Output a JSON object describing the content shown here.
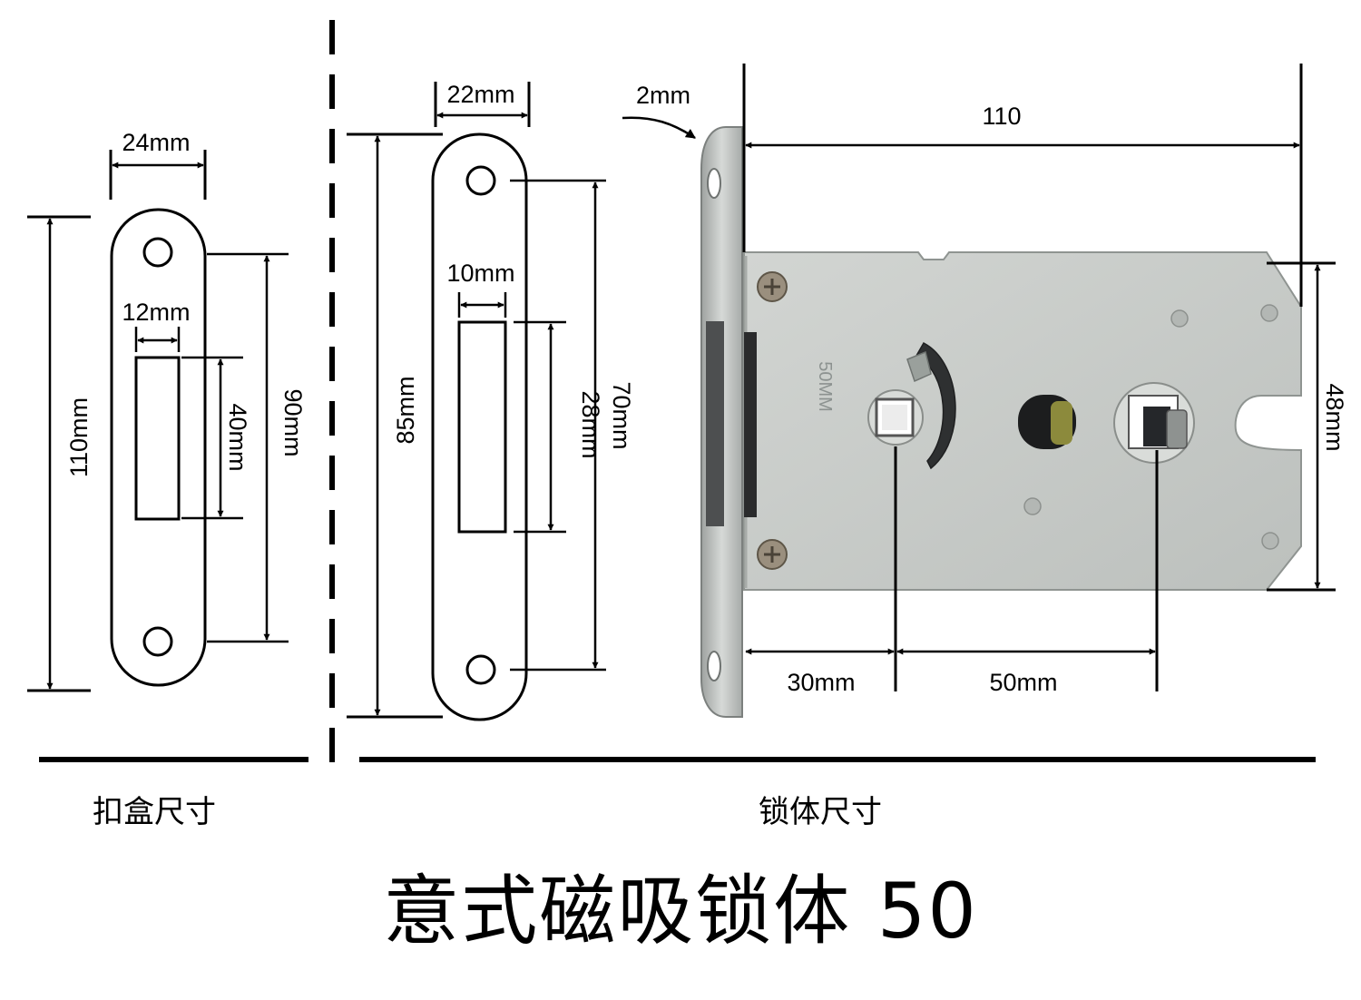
{
  "labels": {
    "strike_box": "扣盒尺寸",
    "lock_body": "锁体尺寸",
    "title": "意式磁吸锁体 50"
  },
  "strike_box": {
    "width": "24mm",
    "height": "110mm",
    "hole_spacing": "90mm",
    "slot_width": "12mm",
    "slot_height": "40mm"
  },
  "faceplate": {
    "width": "22mm",
    "height": "85mm",
    "hole_spacing": "70mm",
    "slot_width": "10mm",
    "slot_height": "28mm"
  },
  "lock_body": {
    "plate_thickness": "2mm",
    "depth": "110",
    "case_height": "48mm",
    "backset": "30mm",
    "center_distance": "50mm",
    "engraving": "50MM"
  },
  "colors": {
    "ink": "#000000",
    "case": "#c7cbc8",
    "faceplate": "#b9bdbb",
    "magnet": "#4d4f50"
  }
}
